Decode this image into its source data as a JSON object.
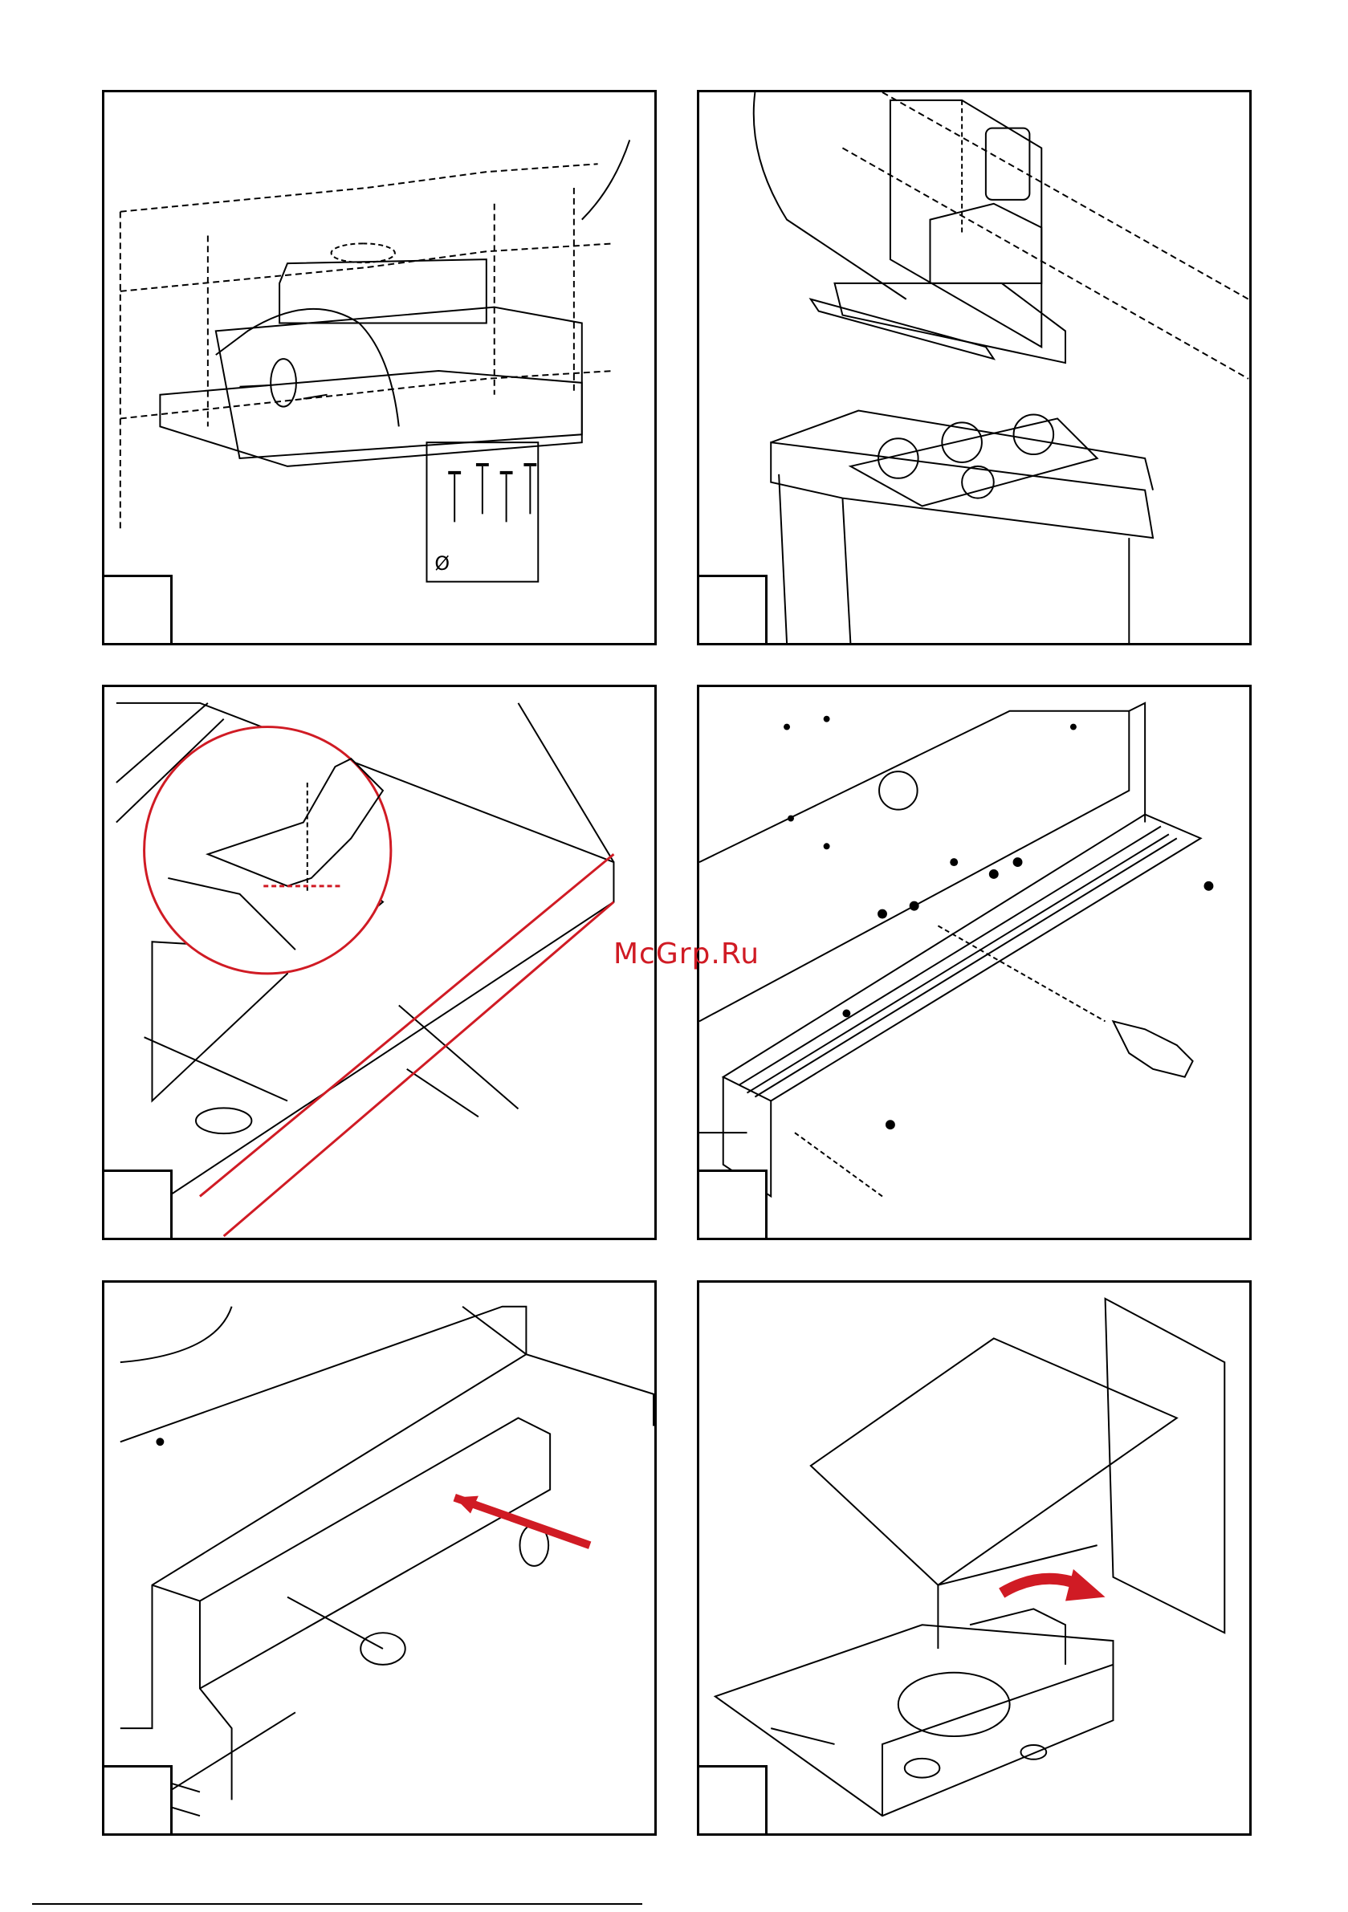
{
  "watermark": "McGrp.Ru",
  "panels": [
    {
      "name": "panel-mount-screws",
      "screw_label": "Ø"
    },
    {
      "name": "panel-cabinet-install"
    },
    {
      "name": "panel-cut-template"
    },
    {
      "name": "panel-front-rail"
    },
    {
      "name": "panel-knob-attach"
    },
    {
      "name": "panel-filter-open"
    }
  ],
  "colors": {
    "line": "#000000",
    "accent": "#d01b24"
  }
}
